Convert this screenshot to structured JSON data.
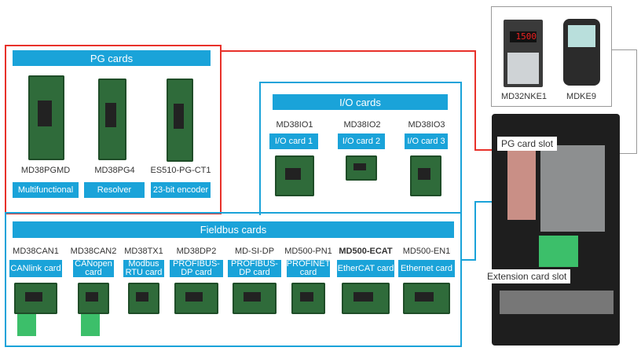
{
  "pg": {
    "title": "PG cards",
    "cards": [
      {
        "model": "MD38PGMD",
        "type": "Multifunctional"
      },
      {
        "model": "MD38PG4",
        "type": "Resolver"
      },
      {
        "model": "ES510-PG-CT1",
        "type": "23-bit encoder"
      }
    ]
  },
  "io": {
    "title": "I/O cards",
    "cards": [
      {
        "model": "MD38IO1",
        "type": "I/O card 1"
      },
      {
        "model": "MD38IO2",
        "type": "I/O card 2"
      },
      {
        "model": "MD38IO3",
        "type": "I/O card 3"
      }
    ]
  },
  "fieldbus": {
    "title": "Fieldbus cards",
    "cards": [
      {
        "model": "MD38CAN1",
        "type": "CANlink card"
      },
      {
        "model": "MD38CAN2",
        "type": "CANopen card"
      },
      {
        "model": "MD38TX1",
        "type": "Modbus RTU card"
      },
      {
        "model": "MD38DP2",
        "type": "PROFIBUS-DP card"
      },
      {
        "model": "MD-SI-DP",
        "type": "PROFIBUS-DP card"
      },
      {
        "model": "MD500-PN1",
        "type": "PROFINET card"
      },
      {
        "model": "MD500-ECAT",
        "type": "EtherCAT card"
      },
      {
        "model": "MD500-EN1",
        "type": "Ethernet card"
      }
    ]
  },
  "keypads": [
    {
      "model": "MD32NKE1",
      "display": "1500"
    },
    {
      "model": "MDKE9"
    }
  ],
  "drive": {
    "pg_slot": "PG card slot",
    "ext_slot": "Extension card slot"
  },
  "colors": {
    "accent": "#1aa3d9",
    "pg_frame": "#e8312a",
    "keypad_frame": "#999999"
  }
}
